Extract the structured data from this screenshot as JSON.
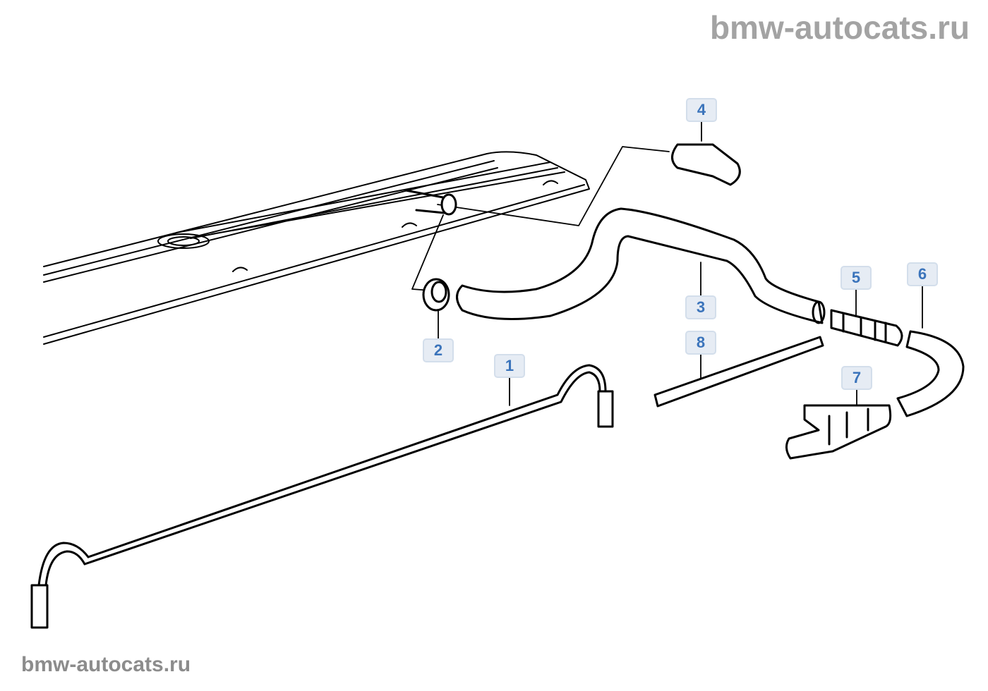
{
  "watermark_top": "bmw-autocats.ru",
  "watermark_bottom": "bmw-autocats.ru",
  "callouts": [
    "1",
    "2",
    "3",
    "4",
    "5",
    "6",
    "7",
    "8"
  ],
  "colors": {
    "callout_text": "#3b74bb",
    "callout_bg": "#e6ecf4",
    "watermark": "#a3a3a3"
  }
}
